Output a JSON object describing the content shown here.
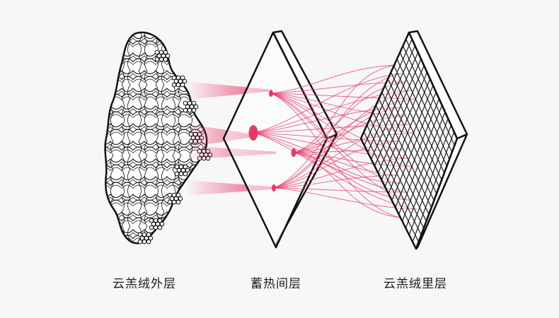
{
  "labels": {
    "outer": "云羔绒外层",
    "middle": "蓄热间层",
    "inner": "云羔绒里层"
  },
  "colors": {
    "background": "#f7f7f7",
    "line": "#111111",
    "accent": "#e8386a",
    "text": "#1c1c1c"
  }
}
